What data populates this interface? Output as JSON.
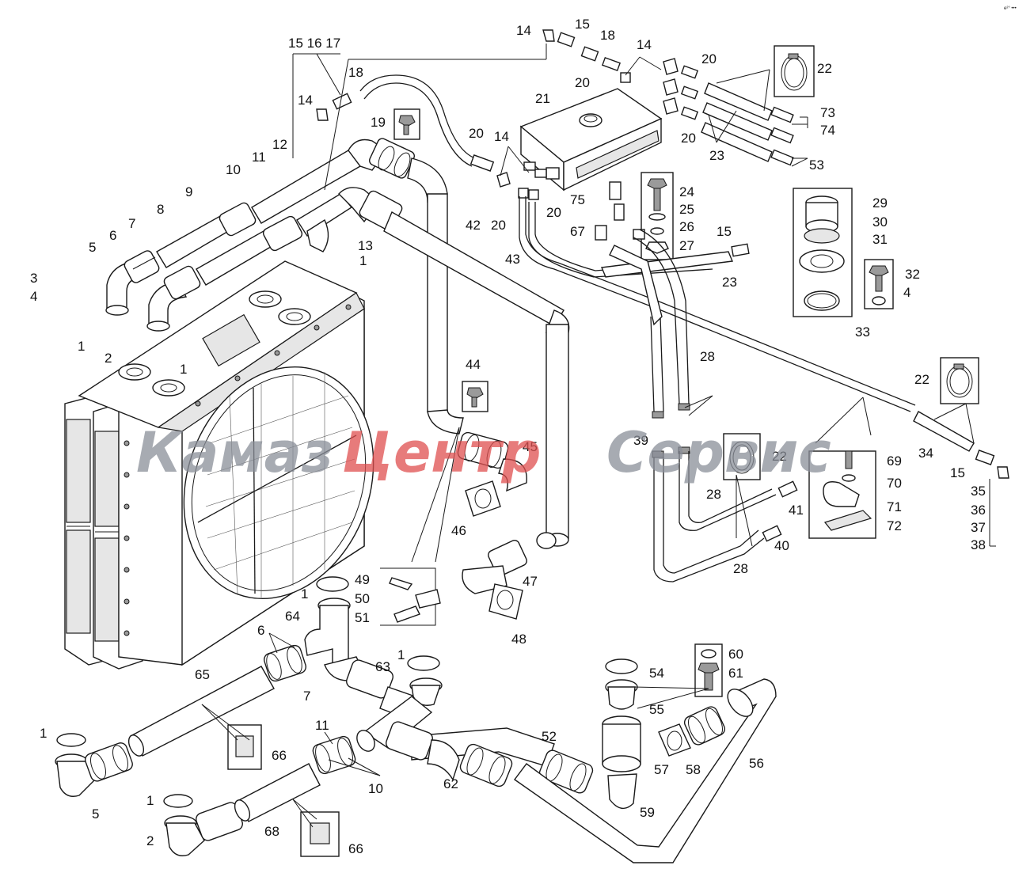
{
  "watermark": {
    "part1": "Камаз",
    "part2": "Центр",
    "part3": "Сервис",
    "color_gray": "#8a8f99",
    "color_red": "#e05050"
  },
  "corner_mark": "e²° •••",
  "callouts": {
    "c1a": "1",
    "c1b": "1",
    "c1c": "1",
    "c1d": "1",
    "c1e": "1",
    "c1f": "1",
    "c1g": "1",
    "c2a": "2",
    "c2b": "2",
    "c3": "3",
    "c4a": "4",
    "c4b": "4",
    "c5a": "5",
    "c5b": "5",
    "c6a": "6",
    "c6b": "6",
    "c7a": "7",
    "c7b": "7",
    "c8": "8",
    "c9": "9",
    "c10a": "10",
    "c10b": "10",
    "c11a": "11",
    "c11b": "11",
    "c12": "12",
    "c13": "13",
    "c14a": "14",
    "c14b": "14",
    "c14c": "14",
    "c14d": "14",
    "c15a": "15",
    "c15b": "15",
    "c15c": "15",
    "c151617": "15 16 17",
    "c18a": "18",
    "c18b": "18",
    "c19": "19",
    "c20a": "20",
    "c20b": "20",
    "c20c": "20",
    "c20d": "20",
    "c20e": "20",
    "c20f": "20",
    "c21": "21",
    "c22a": "22",
    "c22b": "22",
    "c22c": "22",
    "c23a": "23",
    "c23b": "23",
    "c24": "24",
    "c25": "25",
    "c26": "26",
    "c27": "27",
    "c28a": "28",
    "c28b": "28",
    "c28c": "28",
    "c29": "29",
    "c30": "30",
    "c31": "31",
    "c32": "32",
    "c33": "33",
    "c34": "34",
    "c35": "35",
    "c36": "36",
    "c37": "37",
    "c38": "38",
    "c39": "39",
    "c40": "40",
    "c41": "41",
    "c42": "42",
    "c43": "43",
    "c44": "44",
    "c45": "45",
    "c46": "46",
    "c47": "47",
    "c48": "48",
    "c49": "49",
    "c50": "50",
    "c51": "51",
    "c52": "52",
    "c53": "53",
    "c54": "54",
    "c55": "55",
    "c56": "56",
    "c57": "57",
    "c58": "58",
    "c59": "59",
    "c60": "60",
    "c61": "61",
    "c62": "62",
    "c63": "63",
    "c64": "64",
    "c65": "65",
    "c66a": "66",
    "c66b": "66",
    "c67": "67",
    "c68": "68",
    "c69": "69",
    "c70": "70",
    "c71": "71",
    "c72": "72",
    "c73": "73",
    "c74": "74",
    "c75": "75"
  }
}
